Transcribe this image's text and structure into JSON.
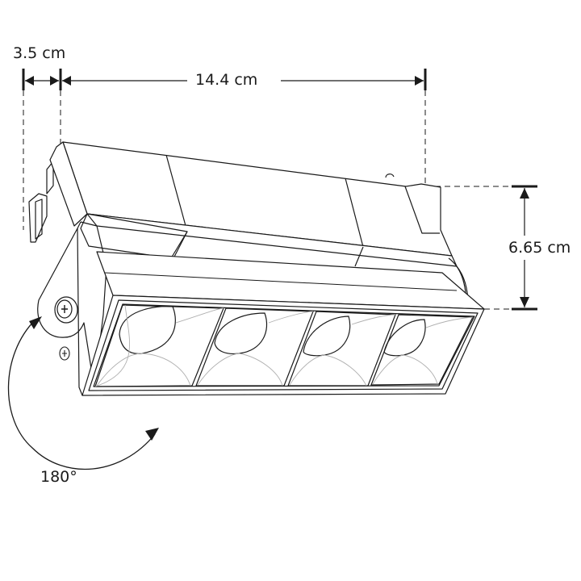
{
  "diagram": {
    "subject": "LED track spotlight fixture with 4 recessed lenses",
    "line_color": "#1a1a1a",
    "reflector_line_color": "#b0b0b0",
    "background": "#ffffff"
  },
  "dimensions": {
    "mount_depth": {
      "label": "3.5 cm"
    },
    "body_length": {
      "label": "14.4 cm"
    },
    "height": {
      "label": "6.65 cm"
    }
  },
  "rotation": {
    "label": "180°"
  },
  "lenses": [
    {
      "index": 1
    },
    {
      "index": 2
    },
    {
      "index": 3
    },
    {
      "index": 4
    }
  ]
}
